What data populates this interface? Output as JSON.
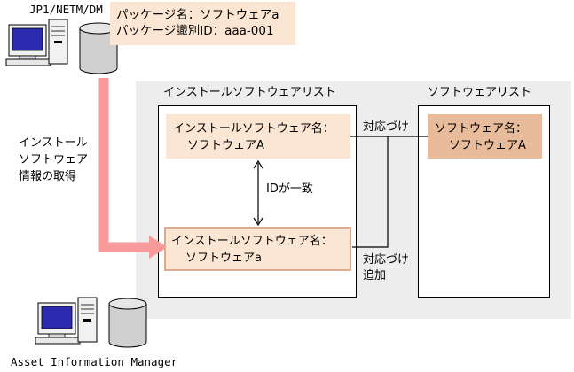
{
  "top_system": {
    "label": "JP1/NETM/DM"
  },
  "package_info": {
    "name_line": "パッケージ名：ソフトウェアa",
    "id_line": "パッケージ識別ID：aaa-001"
  },
  "acquire_label": [
    "インストール",
    "ソフトウェア",
    "情報の取得"
  ],
  "bottom_system": {
    "label": "Asset Information Manager"
  },
  "install_list": {
    "title": "インストールソフトウェアリスト",
    "entry_a": [
      "インストールソフトウェア名：",
      "ソフトウェアA"
    ],
    "entry_new": [
      "インストールソフトウェア名：",
      "ソフトウェアa"
    ],
    "id_match_label": "IDが一致"
  },
  "software_list": {
    "title": "ソフトウェアリスト",
    "entry": [
      "ソフトウェア名：",
      "ソフトウェアA"
    ]
  },
  "links": {
    "existing_label": "対応づけ",
    "added_label": [
      "対応づけ",
      "追加"
    ]
  },
  "colors": {
    "arrow": "#f99a9a",
    "entry_fill": "#fbe6d3",
    "software_entry_fill": "#e8bc9b",
    "panel_bg": "#ededed",
    "monitor_screen": "#2b2bb0"
  }
}
